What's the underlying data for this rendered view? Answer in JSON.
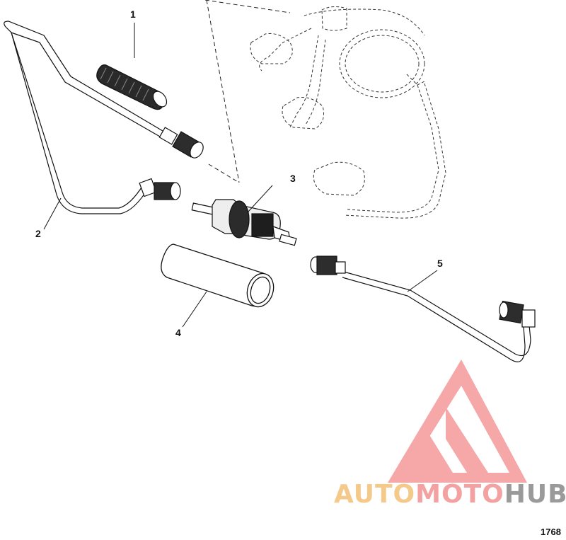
{
  "callouts": {
    "c1": "1",
    "c2": "2",
    "c3": "3",
    "c4": "4",
    "c5": "5"
  },
  "figure_number": "1768",
  "watermark": {
    "part_a": "AUTO",
    "part_b": "MOTO",
    "part_c": "HUB",
    "colors": {
      "auto": "#f5c98a",
      "moto": "#f3a1a1",
      "hub": "#9a9a9a",
      "logo": "#f48a8a"
    }
  },
  "icons": [
    "logo-triangle-icon"
  ]
}
